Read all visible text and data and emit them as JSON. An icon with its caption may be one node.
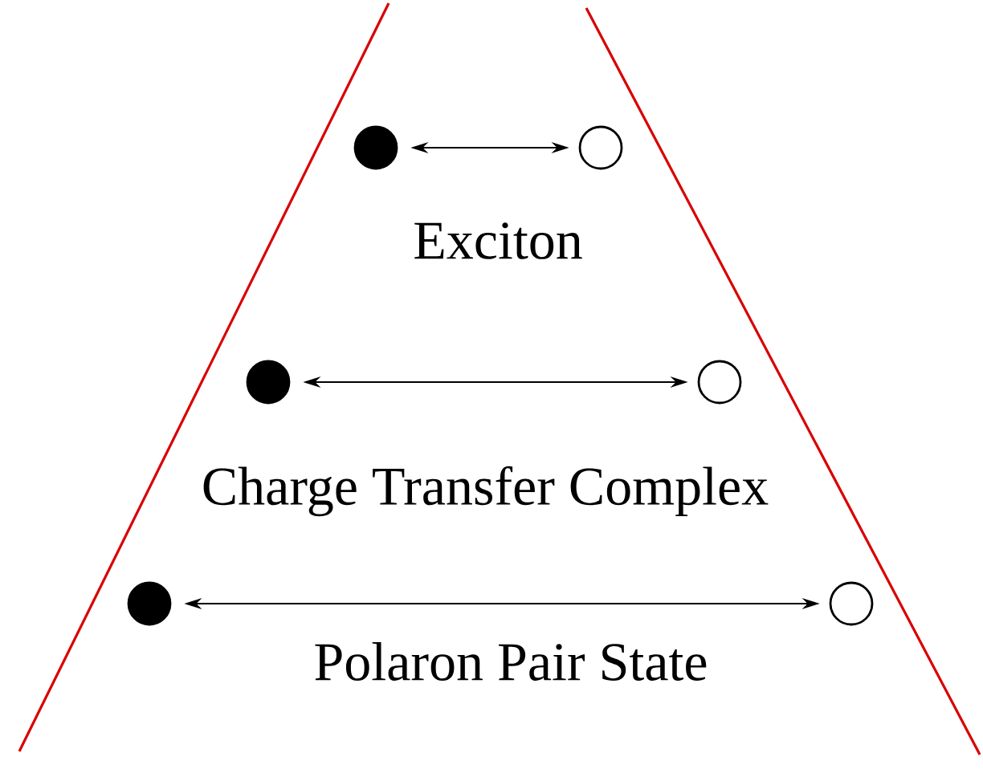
{
  "diagram": {
    "nodes": [
      {
        "text": [],
        "shape": "dot"
      },
      {
        "text": [],
        "shape": "circle"
      },
      {
        "text": [],
        "shape": "dot"
      },
      {
        "text": [],
        "shape": "circle"
      },
      {
        "text": [],
        "shape": "dot"
      },
      {
        "text": [],
        "shape": "circle"
      }
    ],
    "edges": [
      {
        "from": 0,
        "to": 1,
        "arrow": "both"
      },
      {
        "from": 2,
        "to": 3,
        "arrow": "both"
      },
      {
        "from": 4,
        "to": 5,
        "arrow": "both"
      }
    ],
    "labels": [
      "Exciton",
      "Charge Transfer Complex",
      "Polaron Pair State"
    ]
  }
}
